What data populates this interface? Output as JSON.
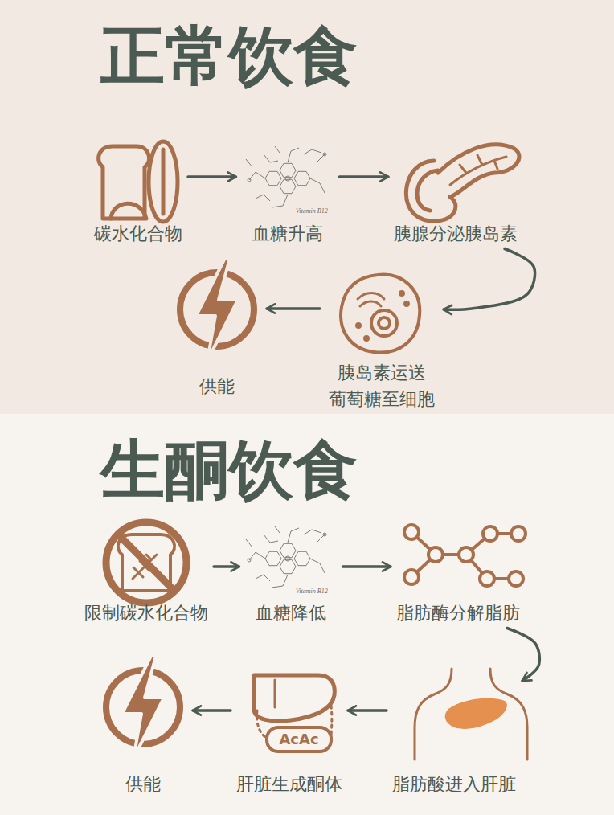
{
  "diagram": {
    "nodes": [
      {
        "text": [
          "正常饮食"
        ]
      },
      {
        "text": [
          "碳水化合物"
        ],
        "in": 0
      },
      {
        "text": [
          "血糖升高"
        ],
        "in": 0
      },
      {
        "text": [
          "胰腺分泌胰岛素"
        ],
        "in": 0
      },
      {
        "text": [
          "供能"
        ],
        "in": 0
      },
      {
        "text": [
          "胰岛素运送 葡萄糖至细胞"
        ],
        "in": 0
      },
      {
        "text": [
          "生酮饮食"
        ]
      },
      {
        "text": [
          "限制碳水化合物"
        ],
        "in": 6
      },
      {
        "text": [
          "血糖降低"
        ],
        "in": 6
      },
      {
        "text": [
          "脂肪酶分解脂肪"
        ],
        "in": 6
      },
      {
        "text": [
          "供能"
        ],
        "in": 6
      },
      {
        "text": [
          "肝脏生成酮体"
        ],
        "in": 6
      },
      {
        "text": [
          "脂肪酸进入肝脏"
        ],
        "in": 6
      }
    ],
    "edges": [
      {
        "from": 1,
        "to": 2,
        "arrow": "to"
      },
      {
        "from": 2,
        "to": 3,
        "arrow": "to"
      },
      {
        "from": 3,
        "to": 5,
        "arrow": "to"
      },
      {
        "from": 5,
        "to": 4,
        "arrow": "to"
      },
      {
        "from": 7,
        "to": 8,
        "arrow": "to"
      },
      {
        "from": 8,
        "to": 9,
        "arrow": "to"
      },
      {
        "from": 9,
        "to": 12,
        "arrow": "to"
      },
      {
        "from": 12,
        "to": 11,
        "arrow": "to"
      },
      {
        "from": 11,
        "to": 10,
        "arrow": "to"
      }
    ],
    "labels": [
      "Vitamin B12",
      "Vitamin B12",
      "AcAc"
    ]
  }
}
